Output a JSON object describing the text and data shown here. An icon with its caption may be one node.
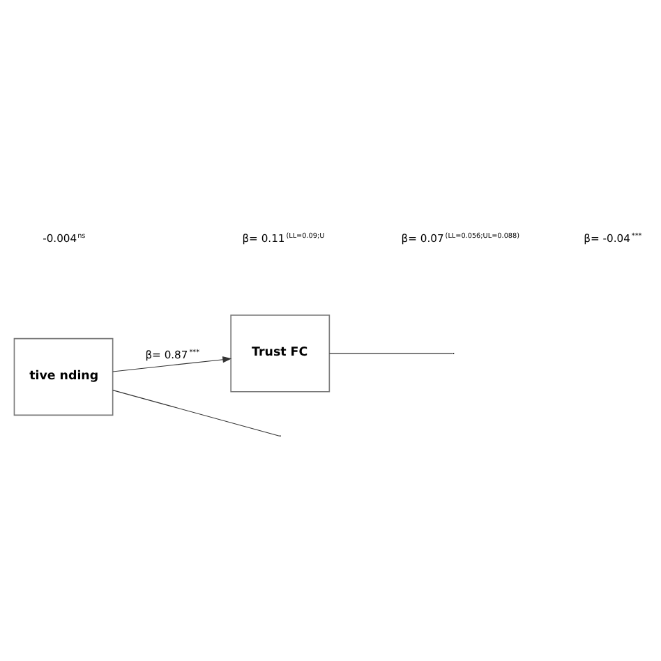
{
  "diagram": {
    "nodes": [
      {
        "text": [
          "tive nding"
        ]
      },
      {
        "text": [
          "Trust FC"
        ]
      }
    ],
    "edges": [
      {
        "from": 0,
        "to": 1,
        "arrow": "to",
        "label": "β= 0.87$^{***}$"
      },
      {
        "from": 0,
        "to": null,
        "arrow": "none"
      },
      {
        "from": 1,
        "to": null,
        "arrow": "none"
      }
    ],
    "labels": [
      "-0.004$^{ns}$",
      "β= 0.11$^{(LL=0.09;U}$",
      "β= 0.07$^{(LL=0.056;UL=0.088)}$",
      "β= -0.04$^{***}$"
    ]
  }
}
